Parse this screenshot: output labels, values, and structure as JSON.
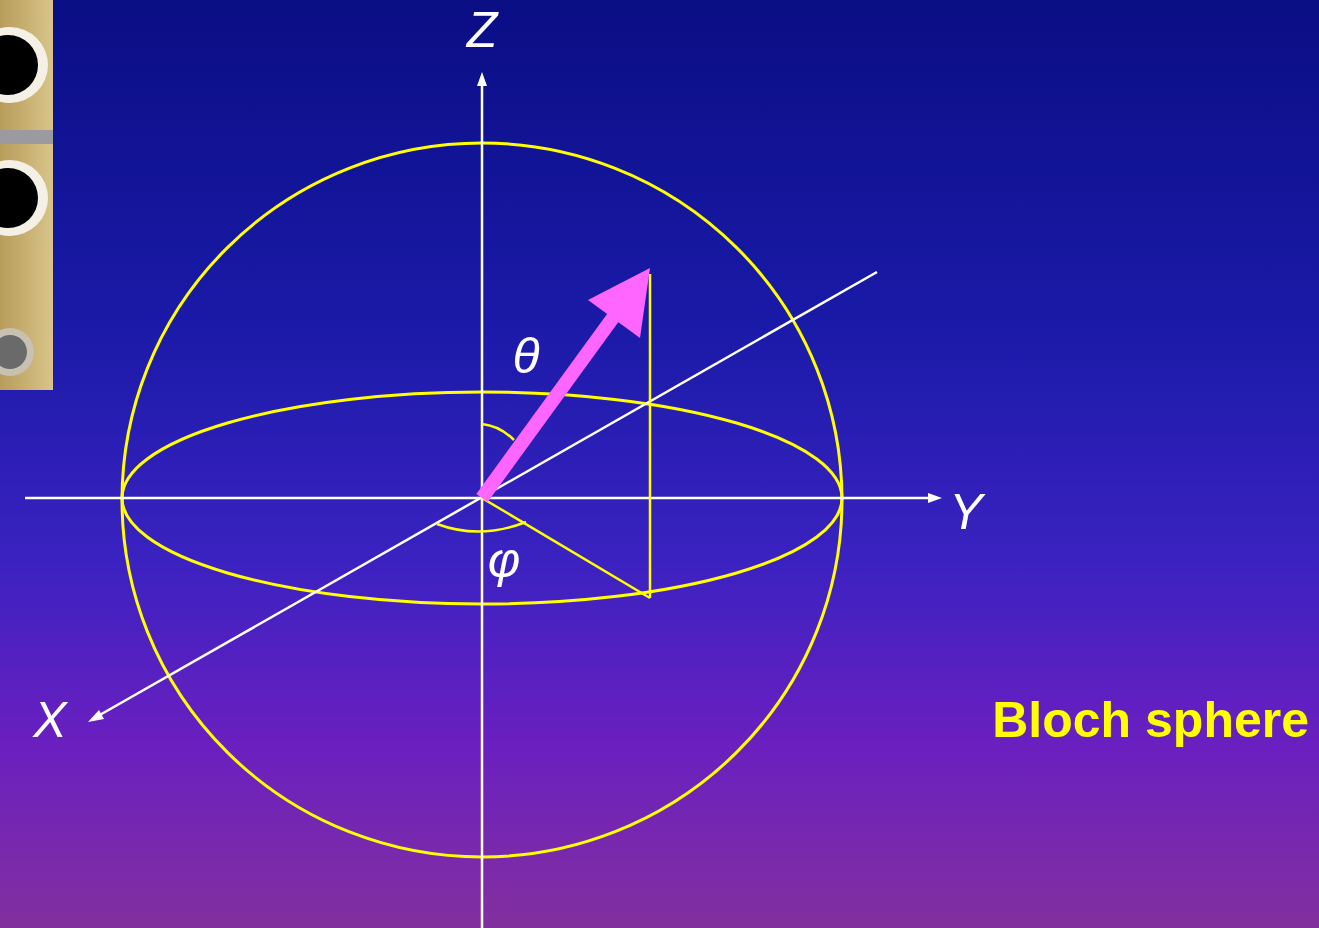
{
  "diagram": {
    "title": "Bloch sphere",
    "labels": [
      "Z",
      "Y",
      "X",
      "θ",
      "φ"
    ]
  }
}
